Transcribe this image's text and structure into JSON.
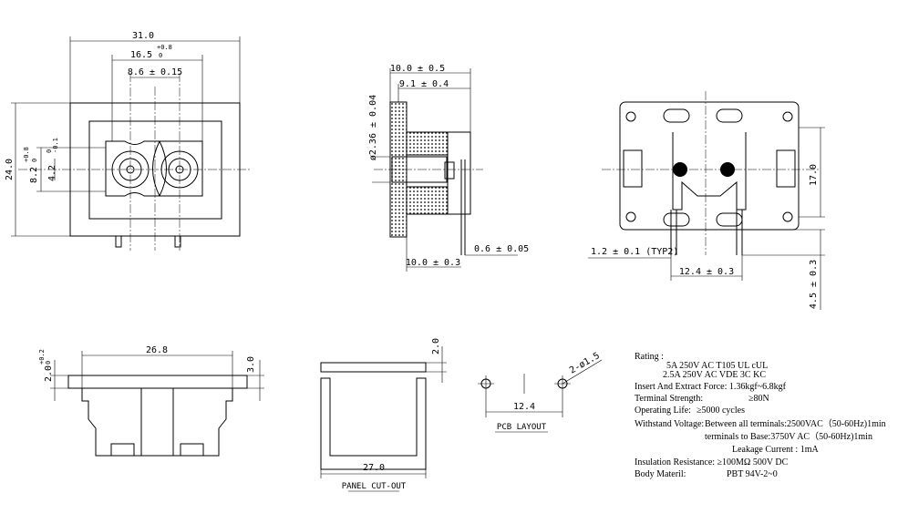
{
  "front_view": {
    "width": "31.0",
    "height": "24.0",
    "inner_width": "16.5",
    "inner_width_tol": "+0.8",
    "inner_width_tol2": "0",
    "pin_pitch": "8.6 ± 0.15",
    "inner_height": "8.2",
    "inner_height_tol": "+0.8",
    "inner_height_tol2": "0",
    "pin_height": "4.2",
    "pin_height_tol": "0",
    "pin_height_tol2": "-0.1"
  },
  "side_view": {
    "top_outer": "10.0 ± 0.5",
    "top_inner": "9.1 ± 0.4",
    "pin_diameter": "ø2.36 ± 0.04",
    "pin_thickness": "0.6 ± 0.05",
    "bottom_length": "10.0 ± 0.3"
  },
  "rear_view": {
    "height": "17.0",
    "pin_width": "1.2 ± 0.1 (TYP2)",
    "pin_spacing": "12.4 ± 0.3",
    "pin_length": "4.5 ± 0.3"
  },
  "bottom_view": {
    "width": "26.8",
    "flange": "3.0",
    "thickness": "2.0",
    "thickness_tol": "+0.2",
    "thickness_tol2": "0"
  },
  "panel_cutout": {
    "thickness": "2.0",
    "width": "27.0",
    "label": "PANEL CUT-OUT"
  },
  "pcb_layout": {
    "hole": "2-ø1.5",
    "spacing": "12.4",
    "label": "PCB LAYOUT"
  },
  "specs": {
    "rating_label": "Rating :",
    "rating_1": "5A 250V AC  T105  UL   cUL",
    "rating_2": "2.5A 250V AC  VDE  3C   KC",
    "insert_force": "Insert And Extract Force:  1.36kgf~6.8kgf",
    "terminal_strength_label": "Terminal  Strength:",
    "terminal_strength_value": "≥80N",
    "operating_life_label": "Operating Life:",
    "operating_life_value": "≥5000  cycles",
    "withstand_label": "Withstand Voltage:",
    "withstand_1": "Between all terminals:2500VAC（50-60Hz)1min",
    "withstand_2": "terminals to Base:3750V AC（50-60Hz)1min",
    "leakage": "Leakage Current :  1mA",
    "insulation": "Insulation Resistance:  ≥100MΩ   500V DC",
    "body_label": "Body Materil:",
    "body_value": "PBT    94V-2~0"
  }
}
